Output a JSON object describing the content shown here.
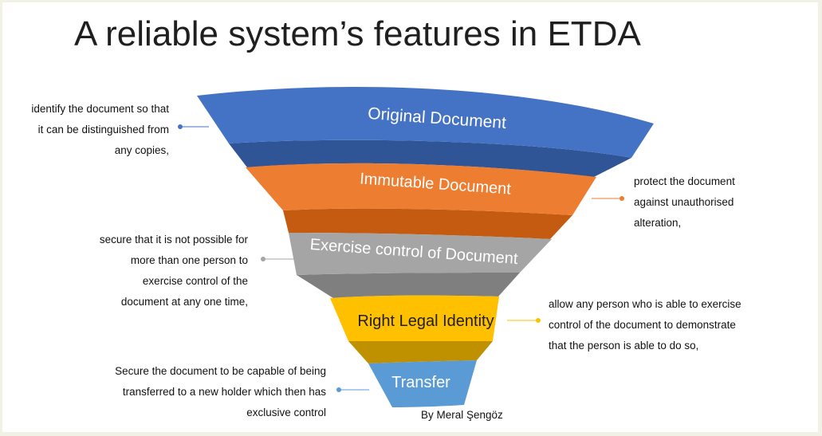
{
  "title": "A reliable system’s features in ETDA",
  "credit": "By Meral Şengöz",
  "stages": [
    {
      "label": "Original Document",
      "color": "#4472c4",
      "shade": "#2f5597",
      "description": "identify the document so that\nit can be distinguished from\nany copies,",
      "side": "left"
    },
    {
      "label": "Immutable Document",
      "color": "#ed7d31",
      "shade": "#c55a11",
      "description": "protect the document\nagainst unauthorised\nalteration,",
      "side": "right"
    },
    {
      "label": "Exercise control of Document",
      "color": "#a5a5a5",
      "shade": "#7f7f7f",
      "description": "secure that it is not possible for\nmore than one person to\nexercise control of the\ndocument at any one time,",
      "side": "left"
    },
    {
      "label": "Right Legal Identity",
      "color": "#ffc000",
      "shade": "#bf9000",
      "description": "allow any person who is able to exercise\ncontrol of the document to demonstrate\nthat the person is able to do so,",
      "side": "right"
    },
    {
      "label": "Transfer",
      "color": "#5b9bd5",
      "shade": "#2e75b6",
      "description": "Secure the document to be capable of being\ntransferred to a new holder which then has\nexclusive control",
      "side": "left"
    }
  ]
}
